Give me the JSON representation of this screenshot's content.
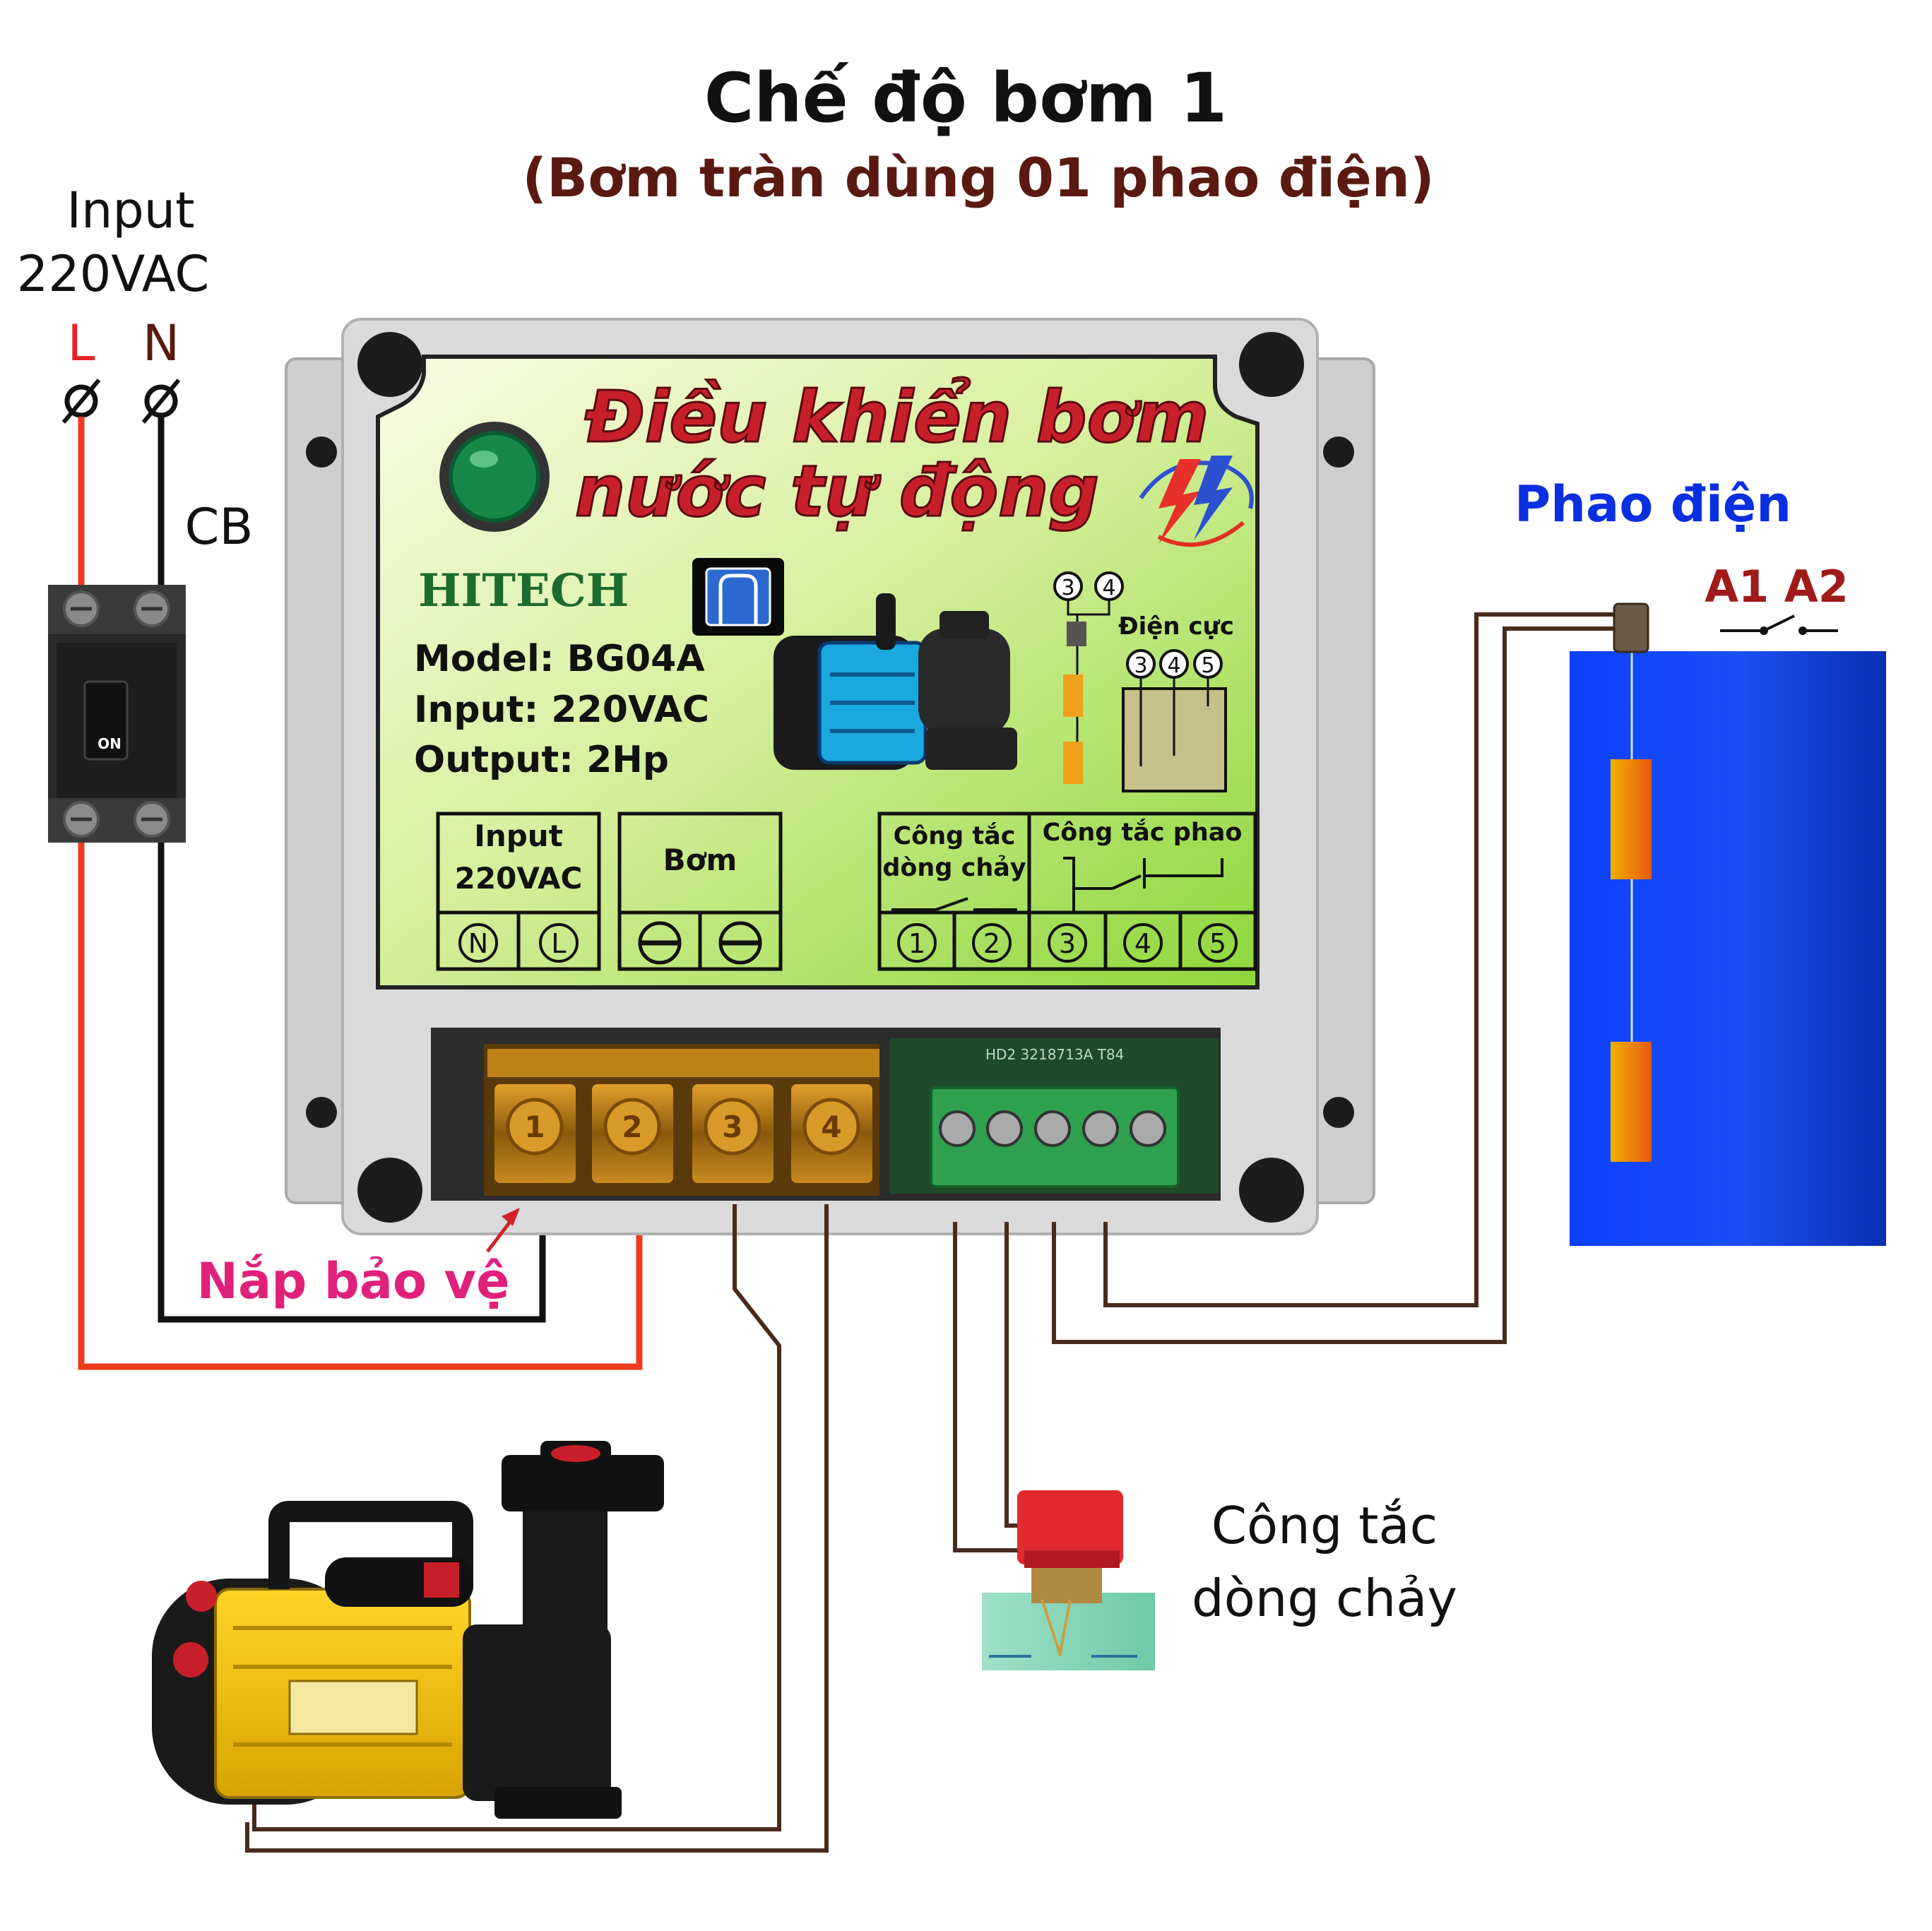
{
  "title": {
    "main": "Chế độ bơm 1",
    "sub": "(Bơm tràn dùng 01 phao điện)"
  },
  "supply": {
    "line1": "Input",
    "line2": "220VAC",
    "l_label": "L",
    "n_label": "N",
    "cb_label": "CB",
    "cb_on": "ON"
  },
  "panel": {
    "heading_line1": "Điều khiển bơm",
    "heading_line2": "nước tự động",
    "brand": "HITECH",
    "model": "Model:  BG04A",
    "input": "Input: 220VAC",
    "output": "Output: 2Hp",
    "electrode_title": "Điện cực",
    "electrode_top_3": "3",
    "electrode_top_4": "4",
    "electrode_3": "3",
    "electrode_4": "4",
    "electrode_5": "5",
    "box_input_line1": "Input",
    "box_input_line2": "220VAC",
    "term_n": "N",
    "term_l": "L",
    "box_pump": "Bơm",
    "box_flow_line1": "Công tắc",
    "box_flow_line2": "dòng chảy",
    "box_float": "Công tắc phao",
    "term_1": "1",
    "term_2": "2",
    "term_3": "3",
    "term_4": "4",
    "term_5": "5"
  },
  "terminal_block": {
    "t1": "1",
    "t2": "2",
    "t3": "3",
    "t4": "4",
    "pcb_code": "HD2 3218713A T84"
  },
  "labels": {
    "cover": "Nắp bảo vệ",
    "float": "Phao điện",
    "a1a2": "A1 A2",
    "flow_line1": "Công tắc",
    "flow_line2": "dòng chảy"
  },
  "colors": {
    "title": "#111111",
    "subtitle": "#5a1a10",
    "red_wire": "#ee3b1e",
    "black_wire": "#111111",
    "brown_wire": "#4a2a1a",
    "heading_red": "#c8202a",
    "brand_green": "#1d6b2d",
    "float_blue": "#0a2fe0",
    "cover_pink": "#e0217a",
    "tank_blue": "#1446f0"
  }
}
